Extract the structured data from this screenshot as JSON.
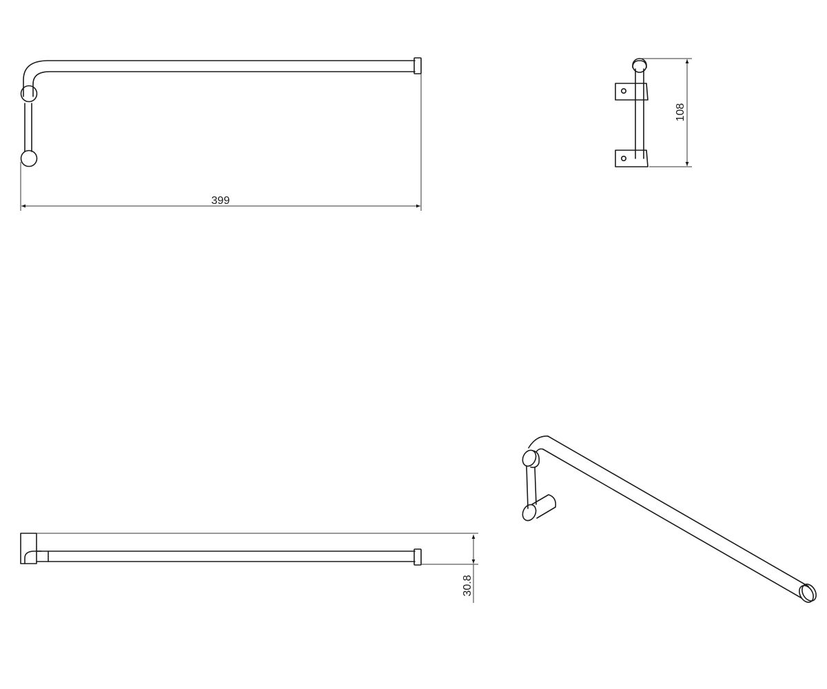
{
  "drawing": {
    "views": [
      "top-view",
      "side-view",
      "front-view",
      "isometric-view"
    ],
    "dimensions": {
      "overall_length": "399",
      "bracket_height": "108",
      "depth": "30.8"
    },
    "line_color": "#1a1a1a"
  }
}
